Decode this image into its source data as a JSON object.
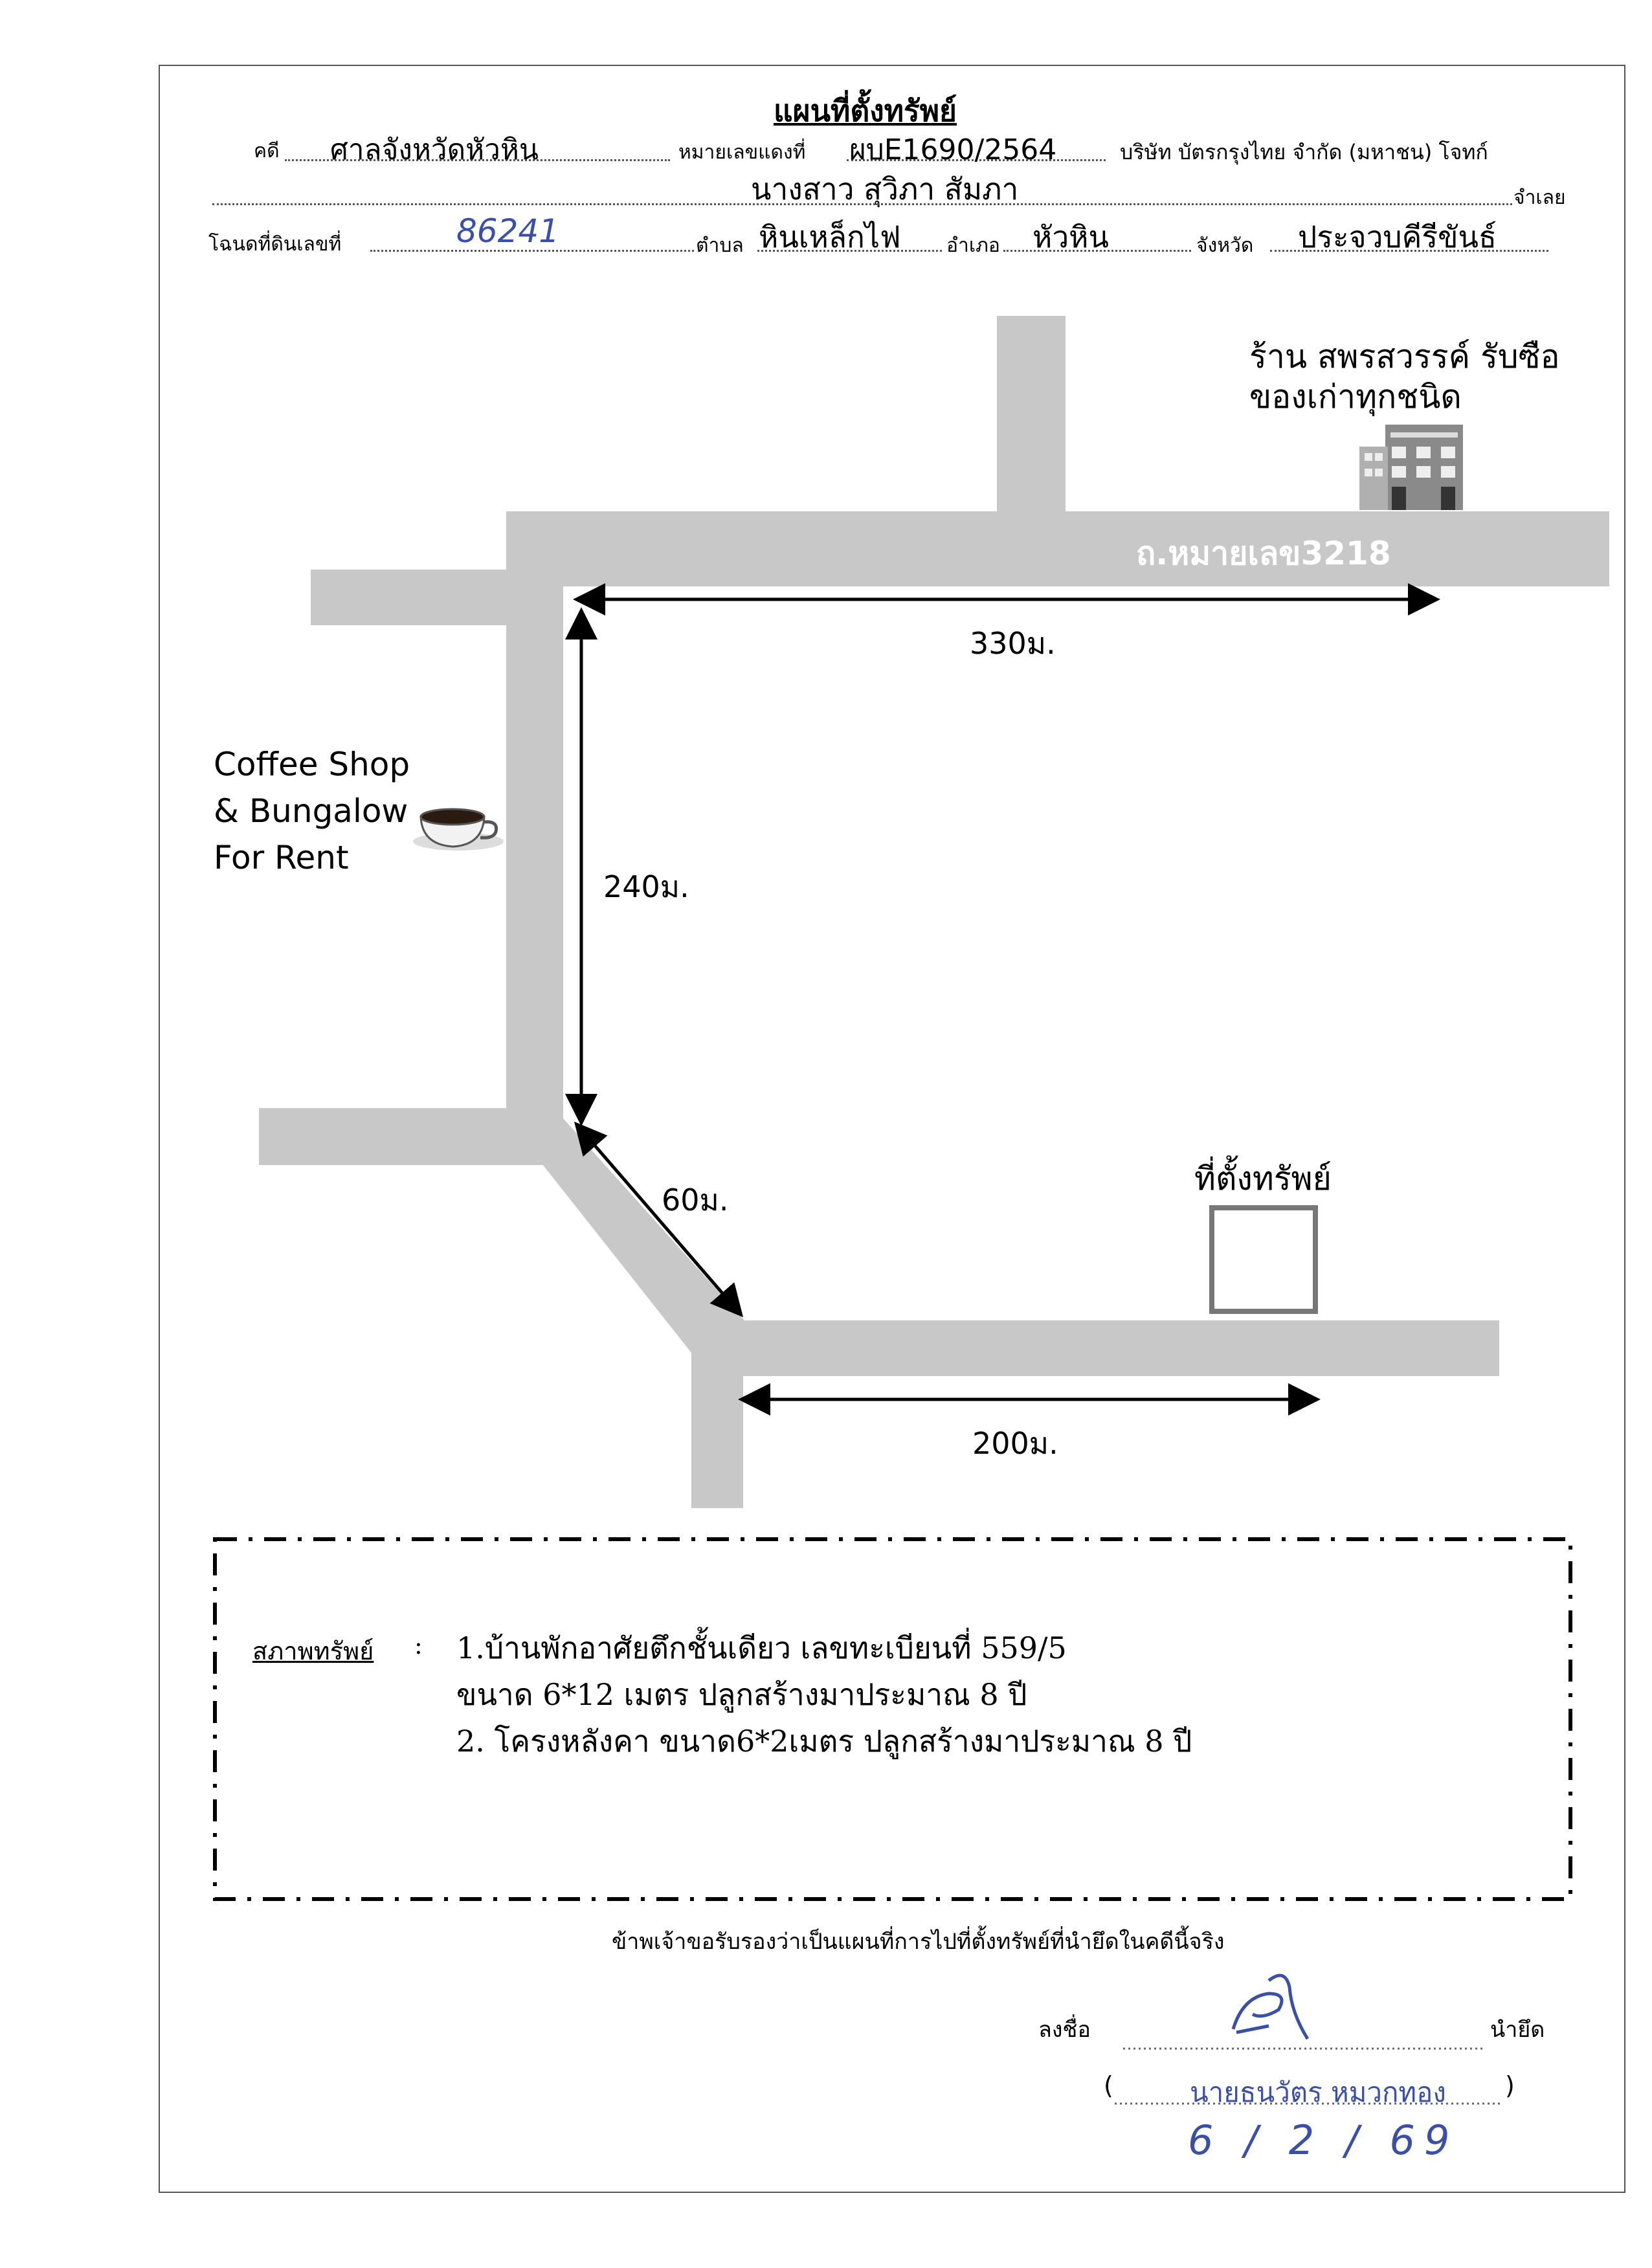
{
  "header": {
    "title": "แผนที่ตั้งทรัพย์",
    "case_label": "คดี",
    "court": "ศาลจังหวัดหัวหิน",
    "red_case_label": "หมายเลขแดงที่",
    "red_case_no": "ผบE1690/2564",
    "plaintiff": "บริษัท บัตรกรุงไทย จำกัด (มหาชน) โจทก์",
    "defendant_name": "นางสาว สุวิภา สัมภา",
    "defendant_label": "จำเลย",
    "deed_label": "โฉนดที่ดินเลขที่",
    "deed_no": "86241",
    "subdistrict_label": "ตำบล",
    "subdistrict": "หินเหล็กไฟ",
    "district_label": "อำเภอ",
    "district": "หัวหิน",
    "province_label": "จังหวัด",
    "province": "ประจวบคีรีขันธ์"
  },
  "map": {
    "shop_line1": "ร้าน สพรสวรรค์ รับซือ",
    "shop_line2": "ของเก่าทุกชนิด",
    "road_name": "ถ.หมายเลข3218",
    "dist_top": "330ม.",
    "dist_left": "240ม.",
    "dist_diag": "60ม.",
    "dist_bottom": "200ม.",
    "coffee_line1": "Coffee Shop",
    "coffee_line2": "& Bungalow",
    "coffee_line3": "For Rent",
    "property_label": "ที่ตั้งทรัพย์",
    "road_color": "#c8c8c8"
  },
  "condition": {
    "label": "สภาพทรัพย์",
    "colon": ":",
    "line1": "1.บ้านพักอาศัยตึกชั้นเดียว เลขทะเบียนที่ 559/5",
    "line2": "ขนาด 6*12 เมตร ปลูกสร้างมาประมาณ 8 ปี",
    "line3": "2. โครงหลังคา ขนาด6*2เมตร ปลูกสร้างมาประมาณ 8 ปี"
  },
  "footer": {
    "certify": "ข้าพเจ้าขอรับรองว่าเป็นแผนที่การไปที่ตั้งทรัพย์ที่นำยึดในคดีนี้จริง",
    "sign_label": "ลงชื่อ",
    "seizer_label": "นำยึด",
    "paren_open": "(",
    "signer_name": "นายธนวัตร หมวกทอง",
    "paren_close": ")",
    "date": "6 / 2 / 69"
  }
}
